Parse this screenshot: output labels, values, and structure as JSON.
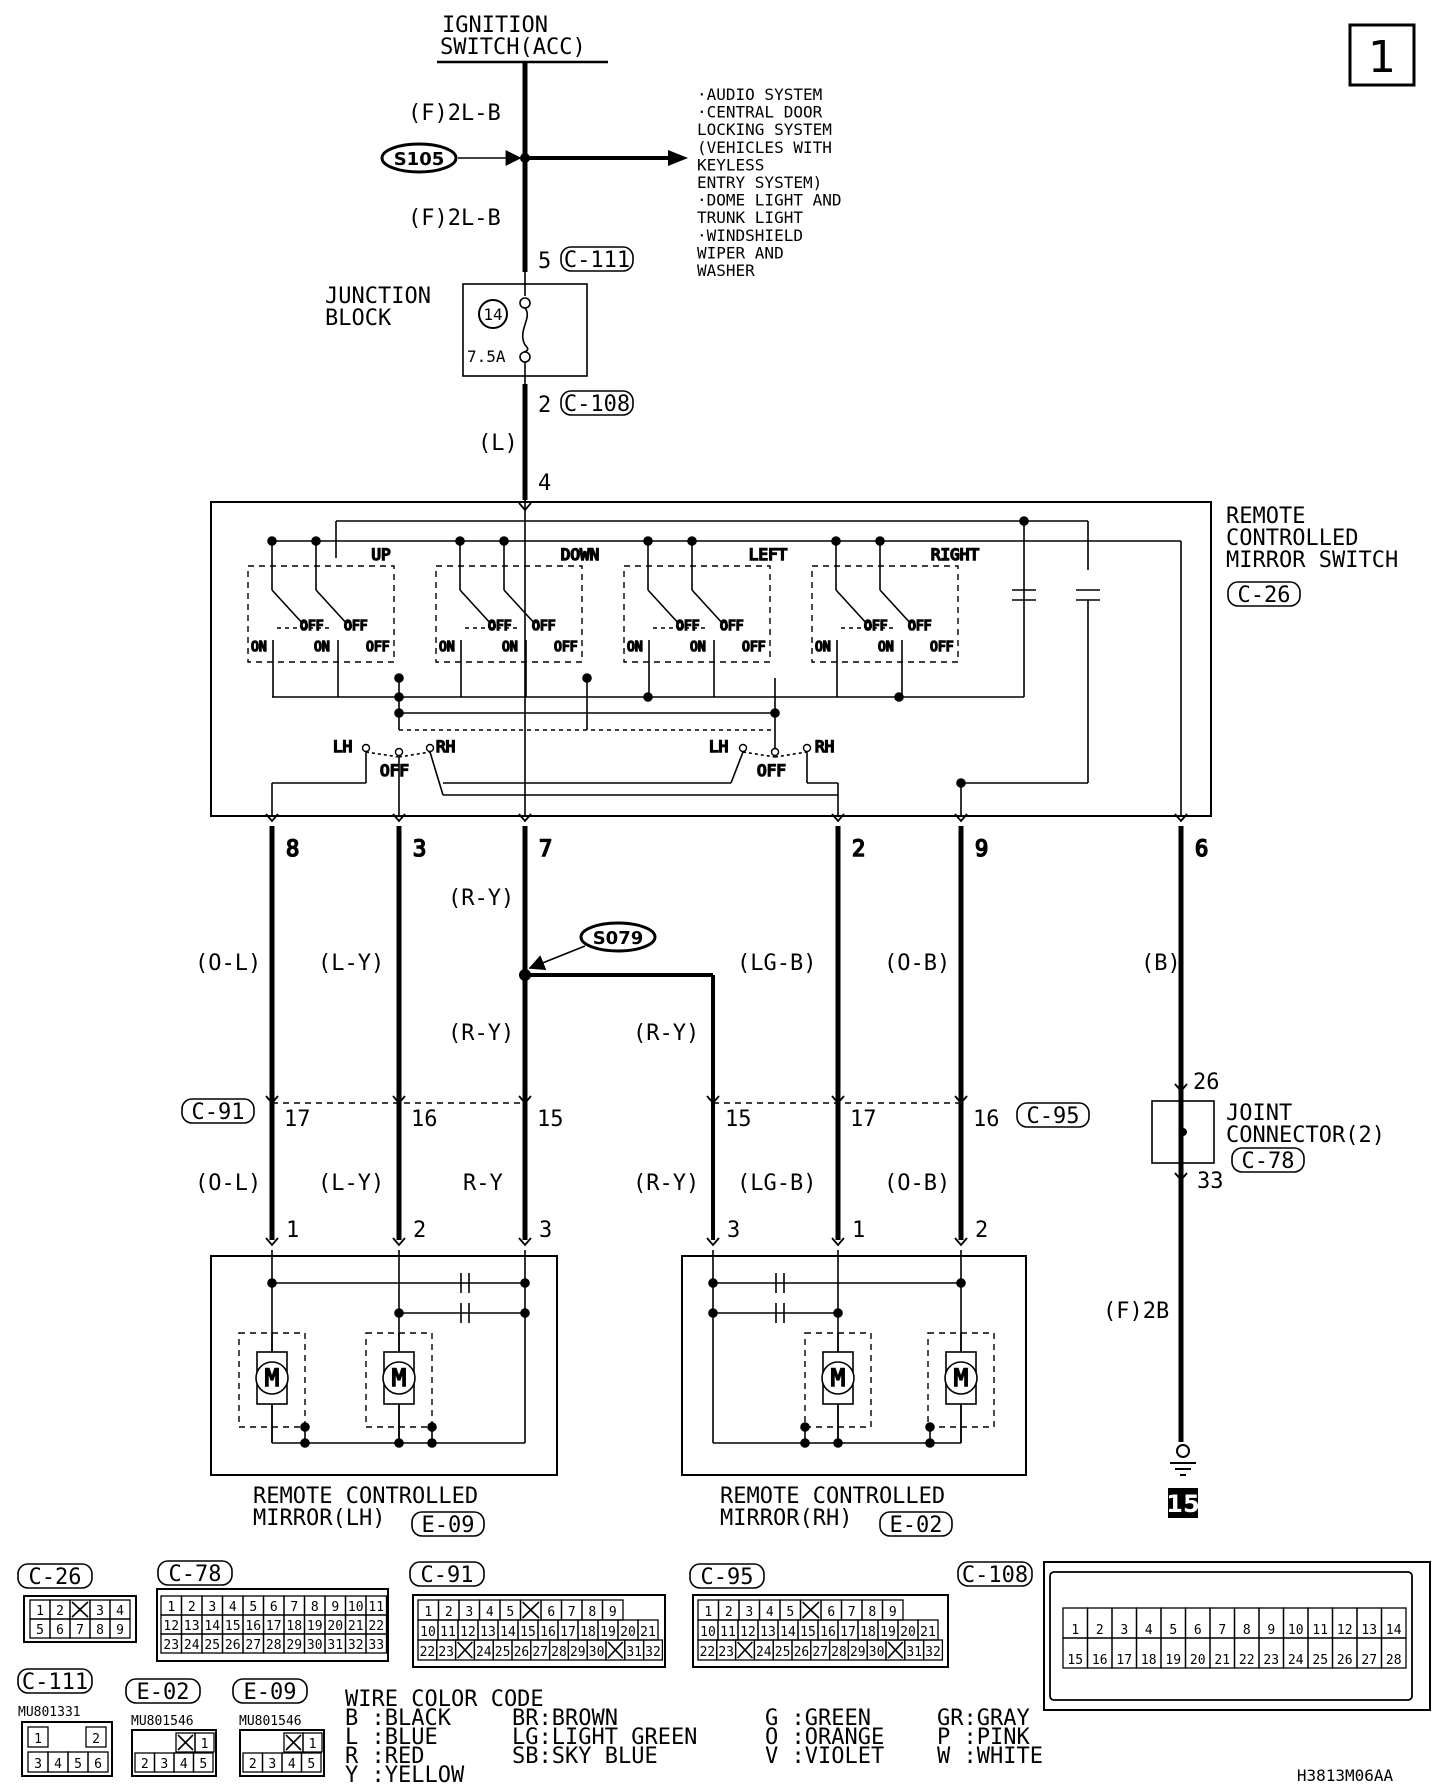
{
  "page_id": "1",
  "source": {
    "line1": "IGNITION",
    "line2": "SWITCH(ACC)"
  },
  "wires": {
    "top1": "(F)2L-B",
    "top2": "(F)2L-B",
    "jb_out": "(L)",
    "p8": "(O-L)",
    "p3": "(L-Y)",
    "p7": "(R-Y)",
    "s079_down": "(R-Y)",
    "rh_branch": "(R-Y)",
    "p2": "(LG-B)",
    "p9": "(O-B)",
    "p6": "(B)",
    "lh1": "(O-L)",
    "lh2": "(L-Y)",
    "lh3": "R-Y",
    "rh3": "(R-Y)",
    "rh1": "(LG-B)",
    "rh2": "(O-B)",
    "ground_wire": "(F)2B"
  },
  "splices": {
    "s105": "S105",
    "s079": "S079"
  },
  "branch_list": [
    "·AUDIO SYSTEM",
    "·CENTRAL DOOR",
    " LOCKING SYSTEM",
    " (VEHICLES WITH",
    "  KEYLESS",
    "  ENTRY SYSTEM)",
    "·DOME LIGHT AND",
    " TRUNK LIGHT",
    "·WINDSHIELD",
    " WIPER AND",
    " WASHER"
  ],
  "junction_block": {
    "line1": "JUNCTION",
    "line2": "BLOCK",
    "fuse_no": "14",
    "fuse_rating": "7.5A",
    "pin_in": "5",
    "conn_in": "C-111",
    "pin_out": "2",
    "conn_out": "C-108"
  },
  "switch": {
    "title1": "REMOTE",
    "title2": "CONTROLLED",
    "title3": "MIRROR SWITCH",
    "connector": "C-26",
    "input_pin": "4",
    "directions": [
      "UP",
      "DOWN",
      "LEFT",
      "RIGHT"
    ],
    "on": "ON",
    "off": "OFF",
    "lh": "LH",
    "rh": "RH",
    "pins": [
      "8",
      "3",
      "7",
      "2",
      "9",
      "6"
    ]
  },
  "connectors_mid": {
    "left": "C-91",
    "right": "C-95",
    "pins": [
      "17",
      "16",
      "15",
      "15",
      "17",
      "16"
    ]
  },
  "joint": {
    "line1": "JOINT",
    "line2": "CONNECTOR(2)",
    "connector": "C-78",
    "pin_in": "26",
    "pin_out": "33"
  },
  "ground_no": "15",
  "mirror_lh": {
    "line1": "REMOTE CONTROLLED",
    "line2": "MIRROR(LH)",
    "connector": "E-09",
    "pins": [
      "1",
      "2",
      "3"
    ],
    "motor": "M"
  },
  "mirror_rh": {
    "line1": "REMOTE CONTROLLED",
    "line2": "MIRROR(RH)",
    "connector": "E-02",
    "pins": [
      "3",
      "1",
      "2"
    ],
    "motor": "M"
  },
  "connector_views": {
    "c26": {
      "label": "C-26",
      "rows": [
        [
          "1",
          "2",
          "",
          "3",
          "4"
        ],
        [
          "5",
          "6",
          "7",
          "8",
          "9"
        ]
      ]
    },
    "c78": {
      "label": "C-78",
      "rows": [
        [
          "1",
          "2",
          "3",
          "4",
          "5",
          "6",
          "7",
          "8",
          "9",
          "10",
          "11"
        ],
        [
          "12",
          "13",
          "14",
          "15",
          "16",
          "17",
          "18",
          "19",
          "20",
          "21",
          "22"
        ],
        [
          "23",
          "24",
          "25",
          "26",
          "27",
          "28",
          "29",
          "30",
          "31",
          "32",
          "33"
        ]
      ]
    },
    "c91": {
      "label": "C-91",
      "rows": [
        [
          "1",
          "2",
          "3",
          "4",
          "5",
          "",
          "6",
          "7",
          "8",
          "9"
        ],
        [
          "10",
          "11",
          "12",
          "13",
          "14",
          "15",
          "16",
          "17",
          "18",
          "19",
          "20",
          "21"
        ],
        [
          "22",
          "23",
          "",
          "24",
          "25",
          "26",
          "27",
          "28",
          "29",
          "30",
          "",
          "31",
          "32"
        ]
      ]
    },
    "c95": {
      "label": "C-95",
      "rows": [
        [
          "1",
          "2",
          "3",
          "4",
          "5",
          "",
          "6",
          "7",
          "8",
          "9"
        ],
        [
          "10",
          "11",
          "12",
          "13",
          "14",
          "15",
          "16",
          "17",
          "18",
          "19",
          "20",
          "21"
        ],
        [
          "22",
          "23",
          "",
          "24",
          "25",
          "26",
          "27",
          "28",
          "29",
          "30",
          "",
          "31",
          "32"
        ]
      ]
    },
    "c108": {
      "label": "C-108",
      "rows": [
        [
          "1",
          "2",
          "3",
          "4",
          "5",
          "6",
          "7",
          "8",
          "9",
          "10",
          "11",
          "12",
          "13",
          "14"
        ],
        [
          "15",
          "16",
          "17",
          "18",
          "19",
          "20",
          "21",
          "22",
          "23",
          "24",
          "25",
          "26",
          "27",
          "28"
        ]
      ]
    },
    "c111": {
      "label": "C-111",
      "part": "MU801331",
      "rows": [
        [
          "1",
          "",
          "2"
        ],
        [
          "3",
          "4",
          "5",
          "6"
        ]
      ]
    },
    "e02": {
      "label": "E-02",
      "part": "MU801546",
      "rows": [
        [
          "",
          "1"
        ],
        [
          "2",
          "3",
          "4",
          "5"
        ]
      ]
    },
    "e09": {
      "label": "E-09",
      "part": "MU801546",
      "rows": [
        [
          "",
          "1"
        ],
        [
          "2",
          "3",
          "4",
          "5"
        ]
      ]
    }
  },
  "color_code": {
    "title": "WIRE COLOR CODE",
    "col1": [
      "B :BLACK",
      "L :BLUE",
      "R :RED",
      "Y :YELLOW"
    ],
    "col2": [
      "BR:BROWN",
      "LG:LIGHT GREEN",
      "SB:SKY BLUE"
    ],
    "col3": [
      "G :GREEN",
      "O :ORANGE",
      "V :VIOLET"
    ],
    "col4": [
      "GR:GRAY",
      "P :PINK",
      "W :WHITE"
    ]
  },
  "doc_code": "H3813M06AA"
}
